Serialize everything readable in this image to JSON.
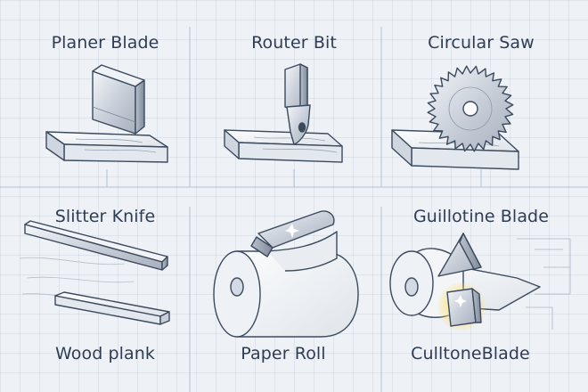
{
  "labels": {
    "planer_blade": "Planer Blade",
    "router_bit": "Router Bit",
    "circular_saw": "Circular Saw",
    "slitter_knife": "Slitter Knife",
    "guillotine_blade": "Guillotine Blade",
    "wood_plank": "Wood plank",
    "paper_roll": "Paper Roll",
    "cullton_blade": "CulltoneBlade"
  }
}
